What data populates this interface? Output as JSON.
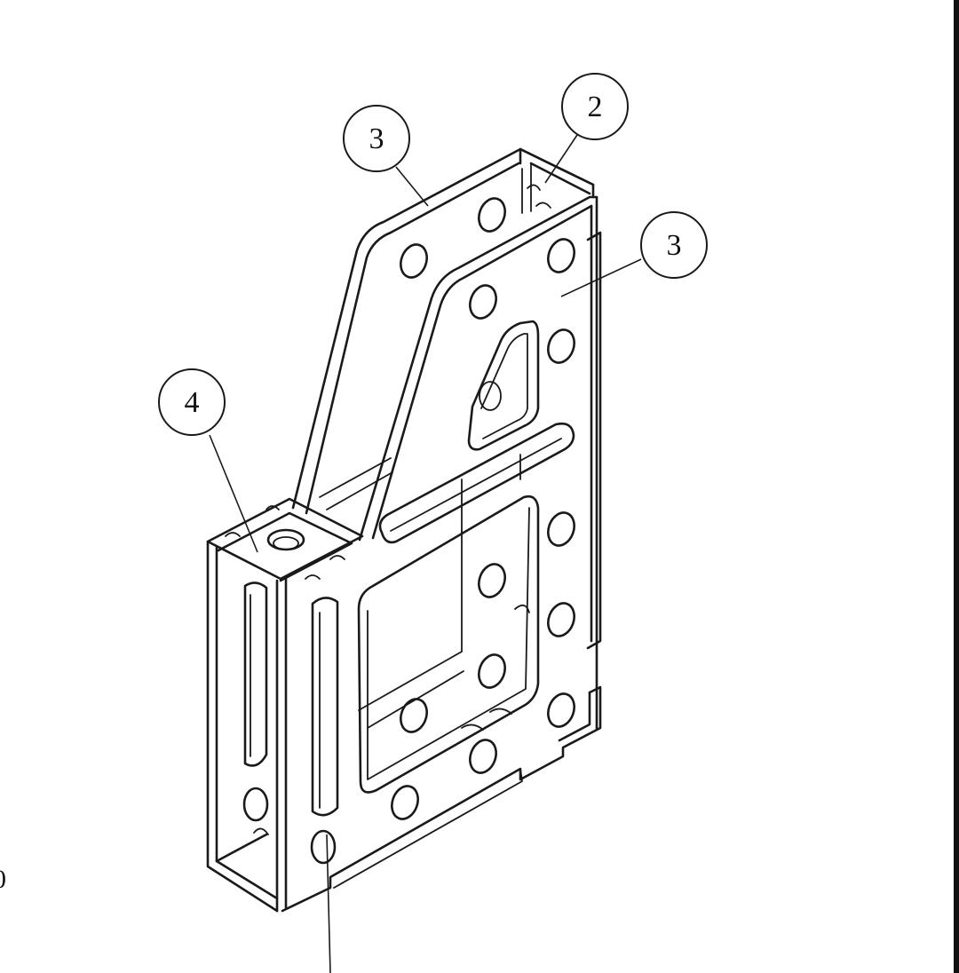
{
  "drawing": {
    "balloons": [
      {
        "id": "balloon-3-top",
        "label": "3"
      },
      {
        "id": "balloon-2",
        "label": "2"
      },
      {
        "id": "balloon-3-right",
        "label": "3"
      },
      {
        "id": "balloon-4",
        "label": "4"
      }
    ],
    "edge_marks": {
      "left_middle": ".",
      "left_bottom": "0"
    }
  }
}
